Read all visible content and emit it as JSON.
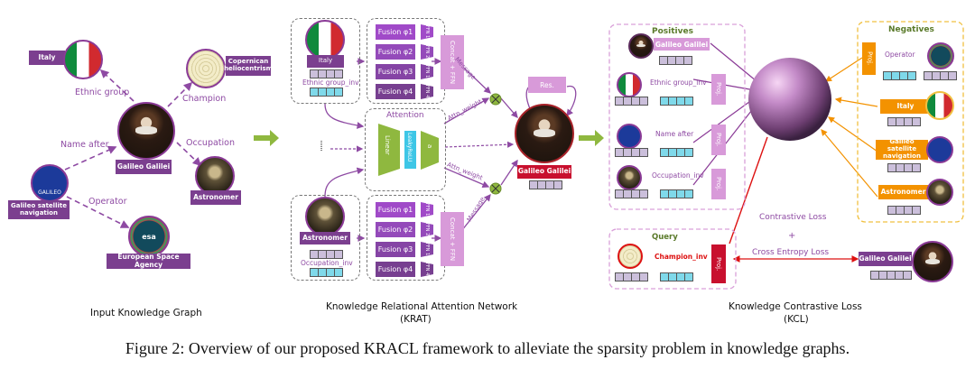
{
  "panel1": {
    "title": "Input Knowledge Graph",
    "center_entity": "Galileo Galilei",
    "nodes": [
      {
        "label": "Italy",
        "relation": "Ethnic group"
      },
      {
        "label": "Copernican heliocentrism",
        "relation": "Champion"
      },
      {
        "label": "Astronomer",
        "relation": "Occupation"
      },
      {
        "label": "Galileo satellite navigation",
        "relation": "Name after"
      },
      {
        "label": "European Space Agency",
        "relation": "Operator"
      }
    ],
    "galileo_logo_text": "GALILEO",
    "esa_logo_text": "esa"
  },
  "panel2": {
    "title_line1": "Knowledge Relational Attention Network",
    "title_line2": "(KRAT)",
    "top_neighbor": {
      "entity": "Italy",
      "relation": "Ethnic group_inv"
    },
    "bottom_neighbor": {
      "entity": "Astronomer",
      "relation": "Occupation_inv"
    },
    "fusion_blocks": [
      "Fusion φ1",
      "Fusion φ2",
      "Fusion φ3",
      "Fusion φ4"
    ],
    "ffn_labels": [
      "FFN 1",
      "FFN 2",
      "FFN 1",
      "FFN 4"
    ],
    "concat_label": "Concat + FFN",
    "attention_title": "Attention",
    "linear_label": "Linear",
    "leakyrelu_label": "LeakyReLU",
    "a_label": "a",
    "attn_weight_label": "Attn_weight",
    "message_label": "Message",
    "res_label": "Res.",
    "output_entity": "Galileo Galilei"
  },
  "panel3": {
    "title_line1": "Knowledge Contrastive Loss",
    "title_line2": "(KCL)",
    "positives_title": "Positives",
    "positives": [
      {
        "label": "Galileo Galilei"
      },
      {
        "label": "Ethnic group_inv"
      },
      {
        "label": "Name after"
      },
      {
        "label": "Occupation_inv"
      }
    ],
    "negatives_title": "Negatives",
    "negatives": [
      {
        "label": "Operator"
      },
      {
        "label": "Italy"
      },
      {
        "label": "Galileo satellite navigation"
      },
      {
        "label": "Astronomer"
      }
    ],
    "query_title": "Query",
    "query_relation": "Champion_inv",
    "proj_label": "Proj.",
    "loss_line1": "Contrastive Loss",
    "loss_plus": "+",
    "loss_line2": "Cross Entropy Loss",
    "target_entity": "Galileo Galilei"
  },
  "caption": "Figure 2: Overview of our proposed KRACL framework to alleviate the sparsity problem in knowledge graphs."
}
